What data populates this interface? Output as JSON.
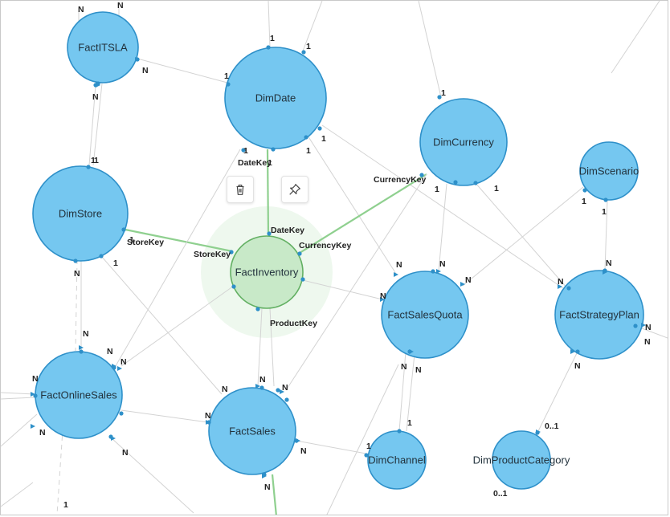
{
  "nodes": [
    {
      "id": "FactITSLA",
      "label": "FactITSLA"
    },
    {
      "id": "DimDate",
      "label": "DimDate"
    },
    {
      "id": "DimCurrency",
      "label": "DimCurrency"
    },
    {
      "id": "DimScenario",
      "label": "DimScenario"
    },
    {
      "id": "DimStore",
      "label": "DimStore"
    },
    {
      "id": "FactInventory",
      "label": "FactInventory",
      "selected": true
    },
    {
      "id": "FactSalesQuota",
      "label": "FactSalesQuota"
    },
    {
      "id": "FactStrategyPlan",
      "label": "FactStrategyPlan"
    },
    {
      "id": "FactOnlineSales",
      "label": "FactOnlineSales"
    },
    {
      "id": "FactSales",
      "label": "FactSales"
    },
    {
      "id": "DimChannel",
      "label": "DimChannel"
    },
    {
      "id": "DimProductCategory",
      "label": "DimProductCategory"
    }
  ],
  "key_labels": [
    "DateKey",
    "DateKey",
    "CurrencyKey",
    "CurrencyKey",
    "StoreKey",
    "StoreKey",
    "ProductKey"
  ],
  "cardinality_labels": {
    "one": "1",
    "many": "N",
    "zero_or_one": "0..1"
  },
  "toolbar": {
    "delete_icon": "trash-icon",
    "pin_icon": "pin-icon"
  },
  "colors": {
    "node_fill": "#75c7f0",
    "node_stroke": "#2e90c9",
    "selected_fill": "#c8e9c8",
    "selected_stroke": "#63b063",
    "edge": "#d3d3d3",
    "edge_highlight": "#8fd08f"
  }
}
